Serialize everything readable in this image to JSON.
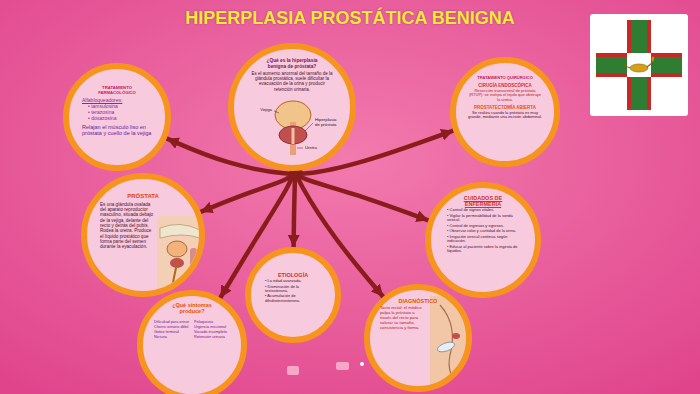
{
  "diagram": {
    "title": "HIPERPLASIA PROSTÁTICA BENIGNA",
    "nodes": [
      {
        "text": [
          "¿Qué es la hiperplasia benigna de próstata?",
          "Es el aumento anormal del tamaño de la glándula prostática, suele dificultar la evacuación de la orina y producir retención urinaria."
        ]
      },
      {
        "text": [
          "TRATAMIENTO FARMACOLÓGICO",
          "Alfabloqueadores:",
          "• tamsulosina",
          "• terazosina",
          "• doxazosina",
          "Relajan el músculo liso en próstata y cuello de la vejiga"
        ]
      },
      {
        "text": [
          "TRATAMIENTO QUIRÚRGICO",
          "CIRUGÍA ENDOSCÓPICA",
          "Resección transuretral de próstata (RTUP): se extirpa el tejido que obstruye la uretra.",
          "PROSTATECTOMÍA ABIERTA",
          "Se realiza cuando la próstata es muy grande, mediante una incisión abdominal."
        ]
      },
      {
        "text": [
          "PRÓSTATA",
          "Es una glándula ovalada del aparato reproductor masculino, situada debajo de la vejiga, delante del recto y detrás del pubis. Rodea la uretra. Produce el líquido prostático que forma parte del semen durante la eyaculación."
        ]
      },
      {
        "text": [
          "CUIDADOS DE ENFERMERÍA",
          "• Control de signos vitales.",
          "• Vigilar la permeabilidad de la sonda vesical.",
          "• Control de ingresos y egresos.",
          "• Observar color y cantidad de la orina.",
          "• Irrigación vesical continua según indicación.",
          "• Educar al paciente sobre la ingesta de líquidos."
        ]
      },
      {
        "text": [
          "ETIOLOGÍA",
          "• La edad avanzada.",
          "• Disminución de la testosterona.",
          "• Acumulación de dihidrotestosterona."
        ]
      },
      {
        "text": [
          "¿Qué síntomas produce?",
          "Dificultad para orinar",
          "Chorro urinario débil",
          "Goteo terminal",
          "Nicturia",
          "Polaquiuria",
          "Urgencia miccional",
          "Vaciado incompleto",
          "Retención urinaria"
        ]
      },
      {
        "text": [
          "DIAGNÓSTICO",
          "Tacto rectal: el médico palpa la próstata a través del recto para valorar su tamaño, consistencia y forma."
        ]
      }
    ],
    "edges": [
      {
        "from": 0,
        "to": 1,
        "arrow": "to"
      },
      {
        "from": 0,
        "to": 2,
        "arrow": "to"
      },
      {
        "from": 0,
        "to": 3,
        "arrow": "to"
      },
      {
        "from": 0,
        "to": 4,
        "arrow": "to"
      },
      {
        "from": 0,
        "to": 5,
        "arrow": "to"
      },
      {
        "from": 0,
        "to": 6,
        "arrow": "to"
      },
      {
        "from": 0,
        "to": 7,
        "arrow": "to"
      }
    ],
    "labels": [
      "Vejiga",
      "Hiperplasia de próstata",
      "Uretra"
    ]
  }
}
